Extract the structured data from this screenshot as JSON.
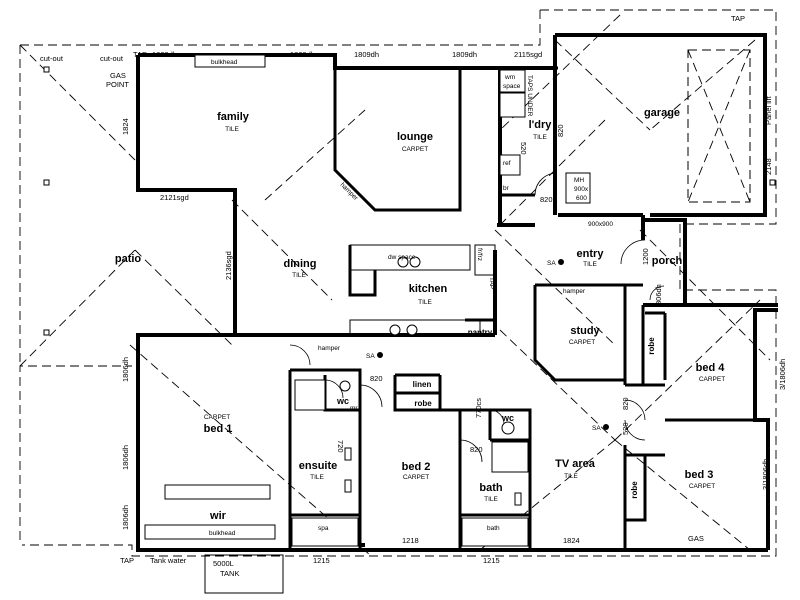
{
  "rooms": {
    "family": {
      "name": "family",
      "finish": "TILE"
    },
    "lounge": {
      "name": "lounge",
      "finish": "CARPET"
    },
    "laundry": {
      "name": "l'dry",
      "finish": "TILE"
    },
    "garage": {
      "name": "garage"
    },
    "patio": {
      "name": "patio"
    },
    "dining": {
      "name": "dining",
      "finish": "TILE"
    },
    "kitchen": {
      "name": "kitchen",
      "finish": "TILE"
    },
    "entry": {
      "name": "entry",
      "finish": "TILE"
    },
    "porch": {
      "name": "porch"
    },
    "study": {
      "name": "study",
      "finish": "CARPET"
    },
    "bed1": {
      "name": "bed 1",
      "finish": "CARPET"
    },
    "bed2": {
      "name": "bed 2",
      "finish": "CARPET"
    },
    "bed3": {
      "name": "bed 3",
      "finish": "CARPET"
    },
    "bed4": {
      "name": "bed 4",
      "finish": "CARPET"
    },
    "ensuite": {
      "name": "ensuite",
      "finish": "TILE"
    },
    "bath": {
      "name": "bath",
      "finish": "TILE"
    },
    "tv_area": {
      "name": "TV area",
      "finish": "TILE"
    },
    "wir": {
      "name": "wir"
    },
    "wc1": {
      "name": "wc"
    },
    "wc2": {
      "name": "wc"
    },
    "pantry": {
      "name": "pantry"
    },
    "linen": {
      "name": "linen"
    },
    "robe_bed2": {
      "name": "robe"
    },
    "robe_study": {
      "name": "robe"
    },
    "robe_bed3": {
      "name": "robe"
    }
  },
  "labels": {
    "tap_top": "TAP",
    "tap_left": "TAP",
    "tap_bottom": "TAP",
    "tank_water": "Tank water",
    "tank_box_1": "5000L",
    "tank_box_2": "TANK",
    "cut_out_1": "cut-out",
    "cut_out_2": "cut-out",
    "gas_point_1": "GAS",
    "gas_point_2": "POINT",
    "gas_bottom": "GAS",
    "bulkhead_top": "bulkhead",
    "bulkhead_bottom": "bulkhead",
    "hamper_lounge": "hamper",
    "hamper_bed1": "hamper",
    "hamper_study": "hamper",
    "wm_space_1": "wm",
    "wm_space_2": "space",
    "taps_under": "TAPS UNDER",
    "ref": "ref",
    "br": "br",
    "dw_space": "dw space",
    "fr_frz": "fr/frz",
    "tap_kitchen": "TAP",
    "mh_1": "MH",
    "mh_2": "900x",
    "mh_3": "600",
    "panel_lift": "Panel lift",
    "sa_entry": "SA",
    "sa_bed1": "SA",
    "sa_hall": "SA",
    "spa": "spa",
    "bath_tub": "bath",
    "mr": "mr"
  },
  "dimensions": {
    "d_1809_a": "1809dh",
    "d_1809_b": "1809dh",
    "d_1809_c": "1809dh",
    "d_1809_d": "1809dh",
    "d_2115": "2115sgd",
    "d_1824_family": "1824",
    "d_2121": "2121sgd",
    "d_2136": "2136sgd",
    "d_820_a": "820",
    "d_820_b": "820",
    "d_820_c": "820",
    "d_820_d": "820",
    "d_820_e": "820",
    "d_520": "520",
    "d_520_b": "520",
    "d_900x900": "900x900",
    "d_1200": "1200",
    "d_806": "806dh",
    "d_2148": "2148",
    "d_1806_a": "1806dh",
    "d_1806_b": "1806dh",
    "d_1806_c": "1806dh",
    "d_1806_r1": "3/1806dh",
    "d_1806_r2": "3/1806dh",
    "d_720": "720",
    "d_770": "770cs",
    "d_1218": "1218",
    "d_1824_bottom": "1824",
    "d_1215_a": "1215",
    "d_1215_b": "1215"
  }
}
